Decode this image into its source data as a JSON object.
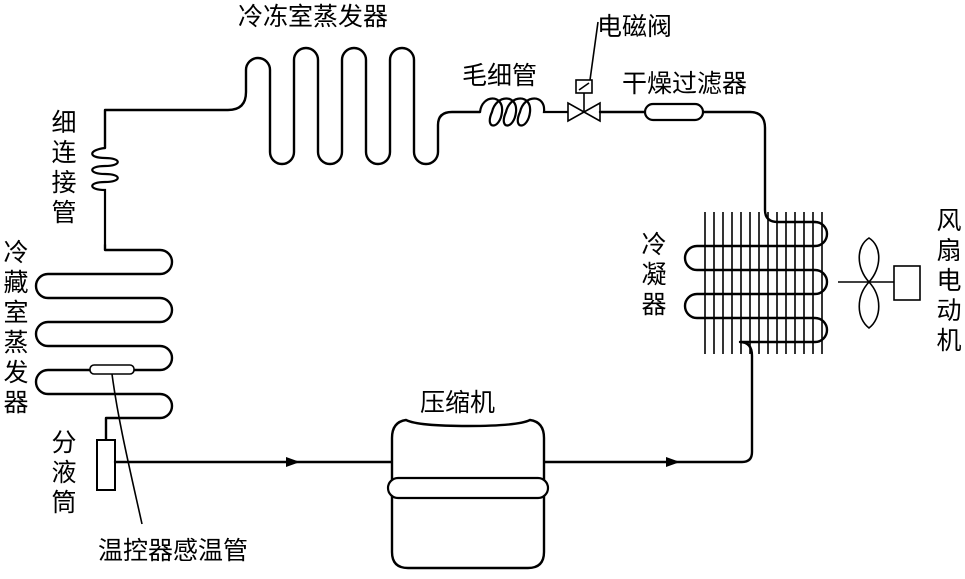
{
  "labels": {
    "freezer_evaporator": "冷冻室蒸发器",
    "solenoid_valve": "电磁阀",
    "capillary_tube": "毛细管",
    "dryer_filter": "干燥过滤器",
    "thin_connecting_tube": "细连接管",
    "refrigerator_evaporator": "冷藏室蒸发器",
    "accumulator": "分液筒",
    "thermostat_sensor_tube": "温控器感温管",
    "compressor": "压缩机",
    "condenser": "冷凝器",
    "fan_motor": "风扇电动机"
  }
}
